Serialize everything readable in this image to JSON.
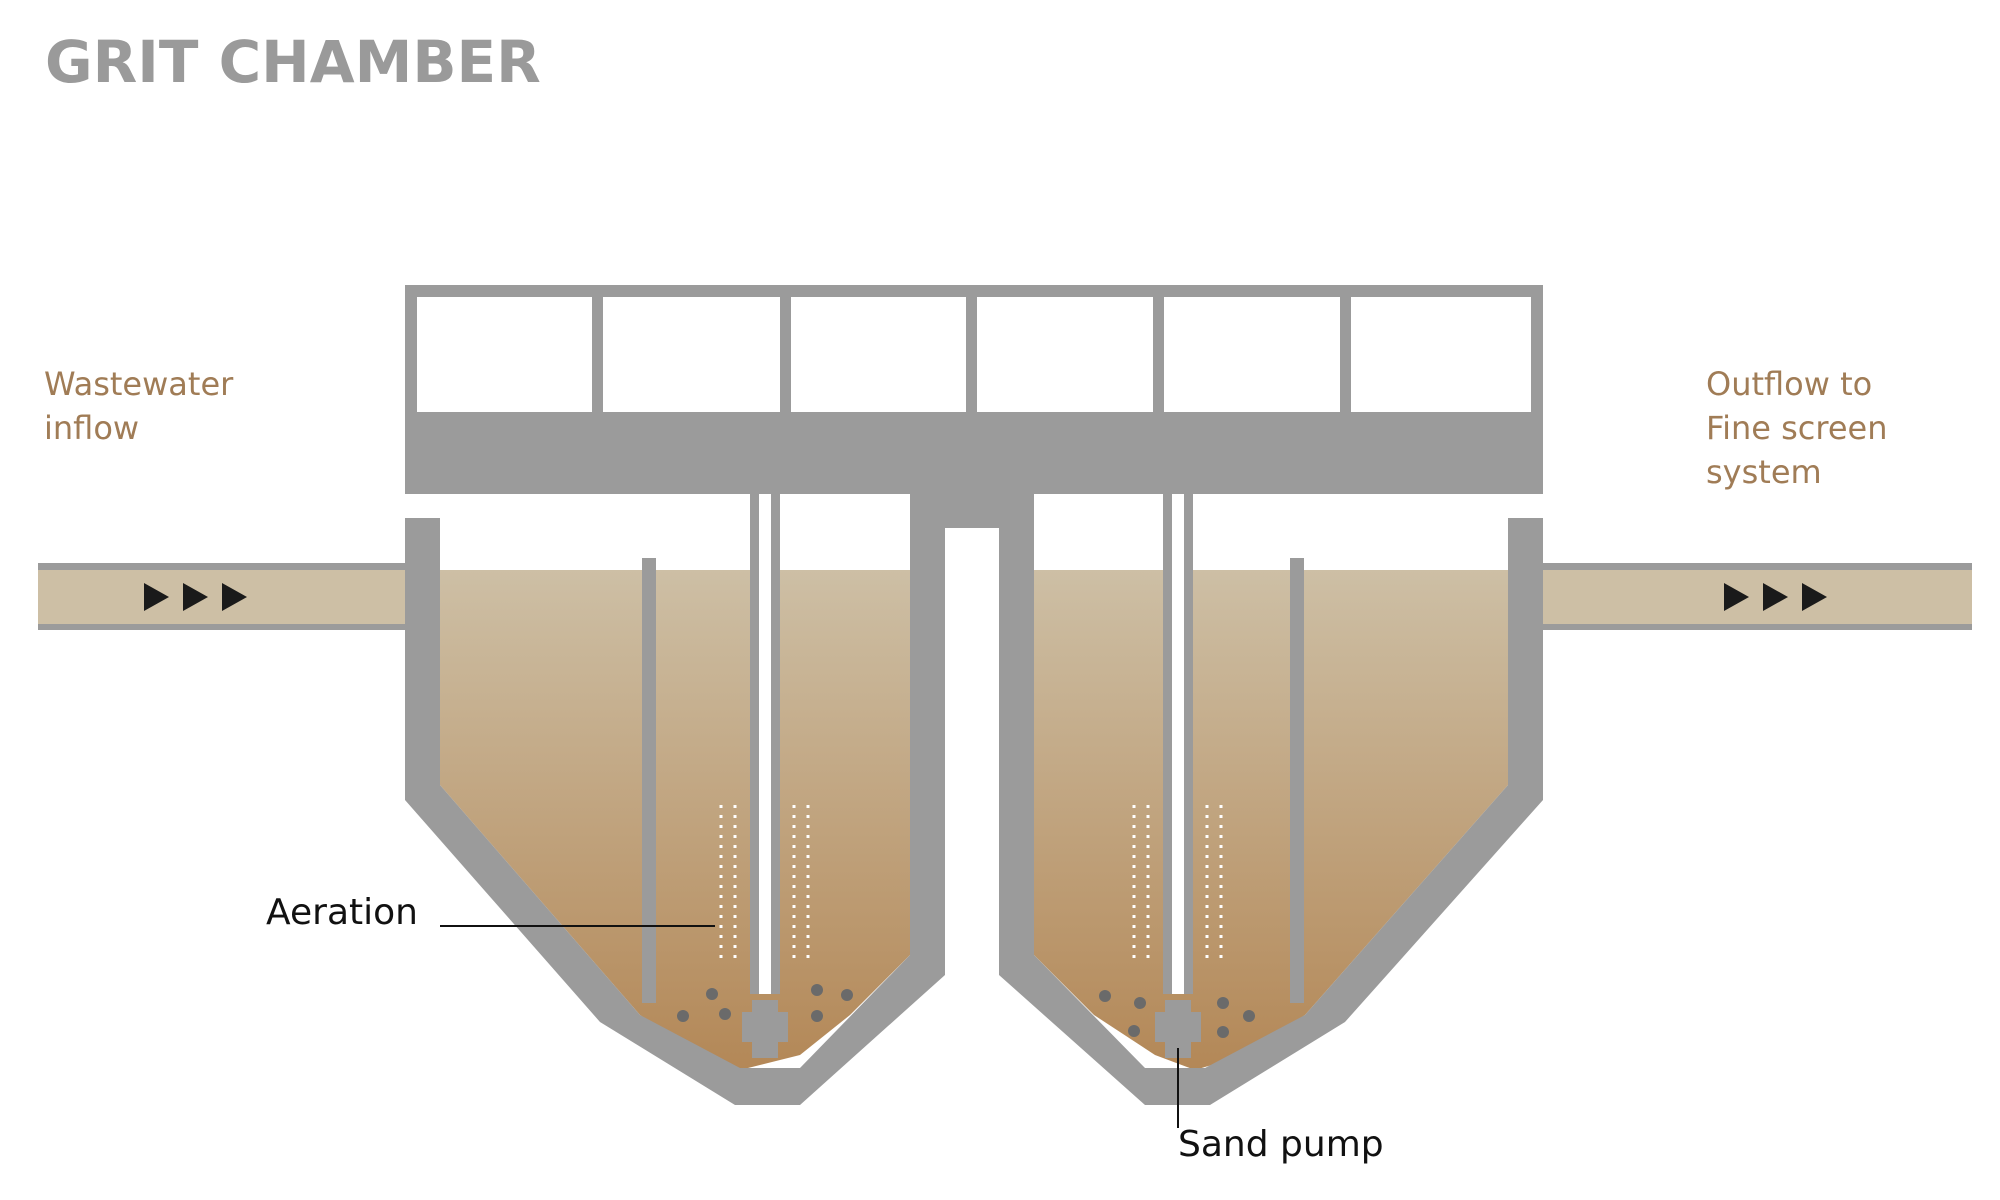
{
  "title": "GRIT CHAMBER",
  "labels": {
    "inflow_line1": "Wastewater",
    "inflow_line2": "inflow",
    "outflow_line1": "Outflow to",
    "outflow_line2": "Fine screen",
    "outflow_line3": "system",
    "aeration": "Aeration",
    "sand_pump": "Sand pump"
  },
  "colors": {
    "structure": "#9b9b9b",
    "water_top": "#cdbfa5",
    "water_bottom": "#b38756",
    "title": "#9a9a9a",
    "label_brown": "#a07c56",
    "arrow": "#1a1a1a",
    "grit": "#6a6a6a"
  },
  "icons": {
    "flow_arrow": "triangle-right-icon"
  }
}
